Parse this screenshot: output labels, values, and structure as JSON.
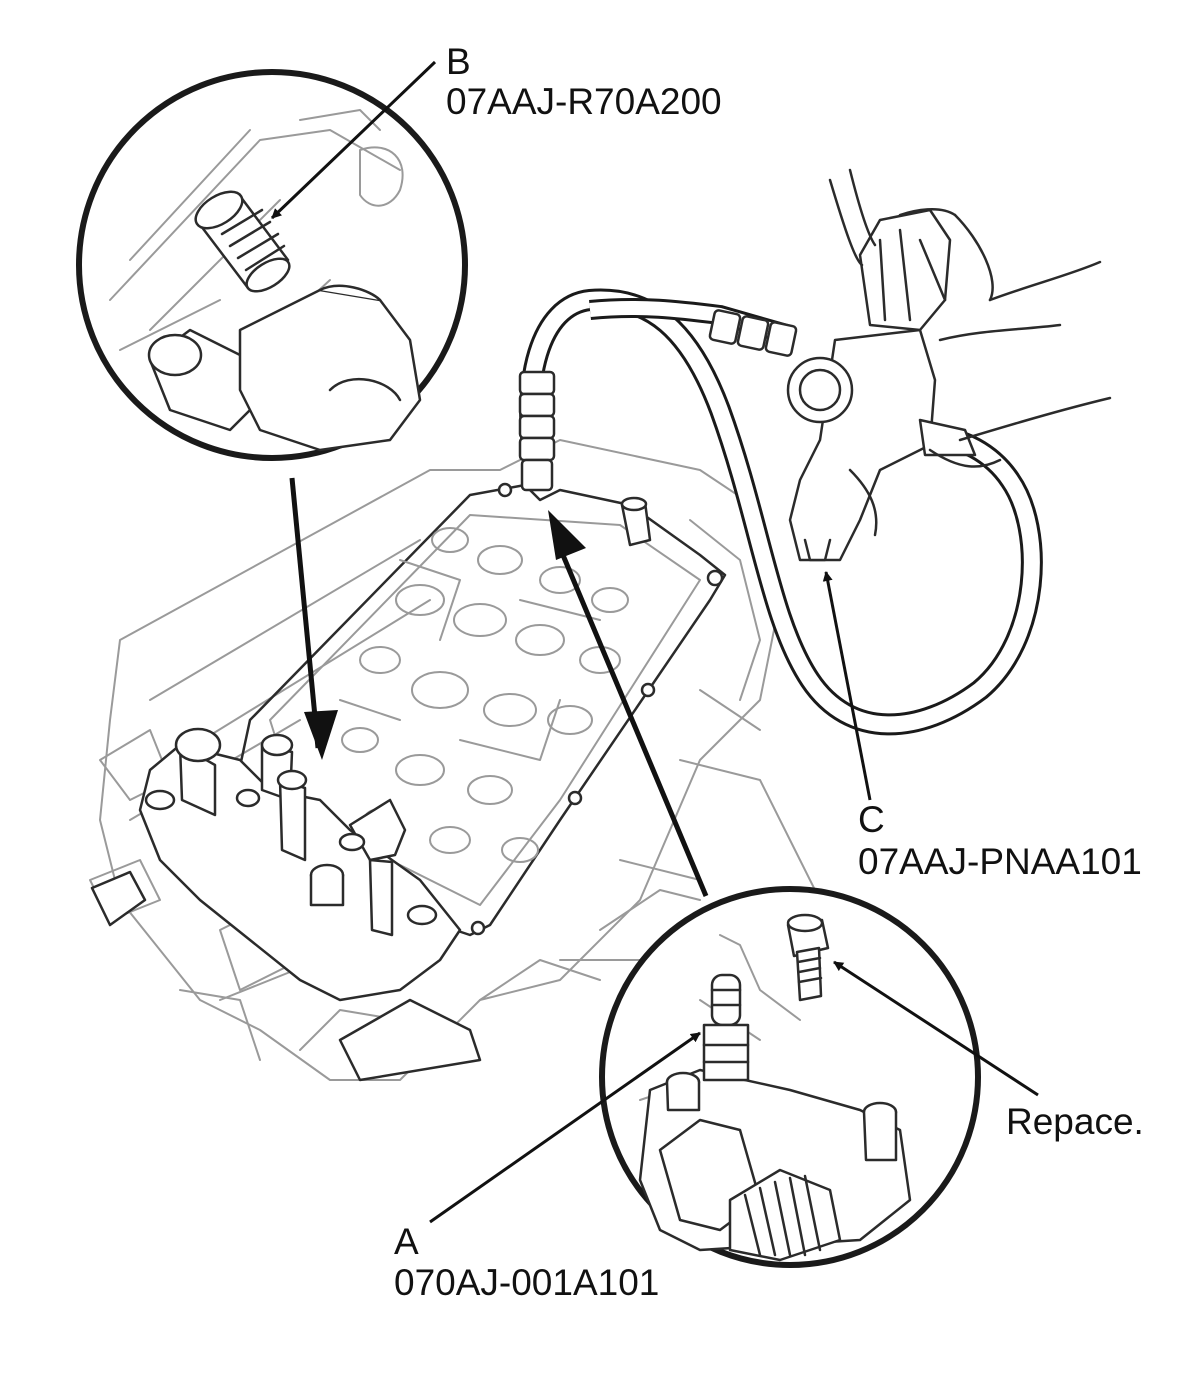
{
  "callouts": {
    "a": {
      "letter": "A",
      "part_number": "070AJ-001A101"
    },
    "b": {
      "letter": "B",
      "part_number": "07AAJ-R70A200"
    },
    "c": {
      "letter": "C",
      "part_number": "07AAJ-PNAA101"
    },
    "replace_note": "Repace."
  }
}
